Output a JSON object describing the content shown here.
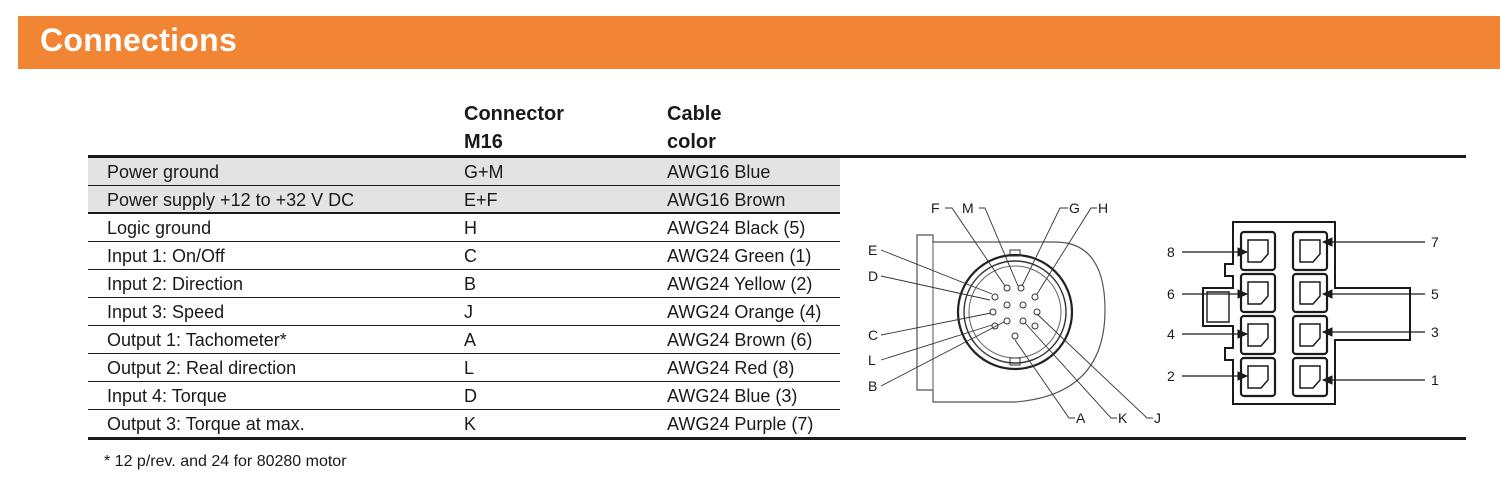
{
  "header": {
    "title": "Connections"
  },
  "table": {
    "columns": [
      {
        "line1": "",
        "line2": ""
      },
      {
        "line1": "Connector",
        "line2": "M16"
      },
      {
        "line1": "Cable",
        "line2": "color"
      }
    ],
    "rows": [
      {
        "signal": "Power ground",
        "pin": "G+M",
        "color": "AWG16 Blue"
      },
      {
        "signal": "Power supply +12 to +32 V DC",
        "pin": "E+F",
        "color": "AWG16 Brown"
      },
      {
        "signal": "Logic ground",
        "pin": "H",
        "color": "AWG24 Black (5)"
      },
      {
        "signal": "Input 1: On/Off",
        "pin": "C",
        "color": "AWG24 Green (1)"
      },
      {
        "signal": "Input 2: Direction",
        "pin": "B",
        "color": "AWG24 Yellow (2)"
      },
      {
        "signal": "Input 3: Speed",
        "pin": "J",
        "color": "AWG24 Orange (4)"
      },
      {
        "signal": "Output 1: Tachometer*",
        "pin": "A",
        "color": "AWG24 Brown (6)"
      },
      {
        "signal": "Output 2: Real direction",
        "pin": "L",
        "color": "AWG24 Red (8)"
      },
      {
        "signal": "Input 4: Torque",
        "pin": "D",
        "color": "AWG24 Blue (3)"
      },
      {
        "signal": "Output 3: Torque at max.",
        "pin": "K",
        "color": "AWG24 Purple (7)"
      }
    ]
  },
  "footnote": "* 12 p/rev. and 24 for 80280 motor",
  "m16_diagram": {
    "pin_labels": {
      "F": "F",
      "M": "M",
      "G": "G",
      "H": "H",
      "E": "E",
      "D": "D",
      "C": "C",
      "L": "L",
      "B": "B",
      "A": "A",
      "K": "K",
      "J": "J"
    }
  },
  "molex_diagram": {
    "pin_labels": [
      "8",
      "7",
      "6",
      "5",
      "4",
      "3",
      "2",
      "1"
    ]
  },
  "colors": {
    "banner": "#f18533",
    "shaded_row": "#e3e3e3",
    "rule": "#1a1a1a"
  }
}
